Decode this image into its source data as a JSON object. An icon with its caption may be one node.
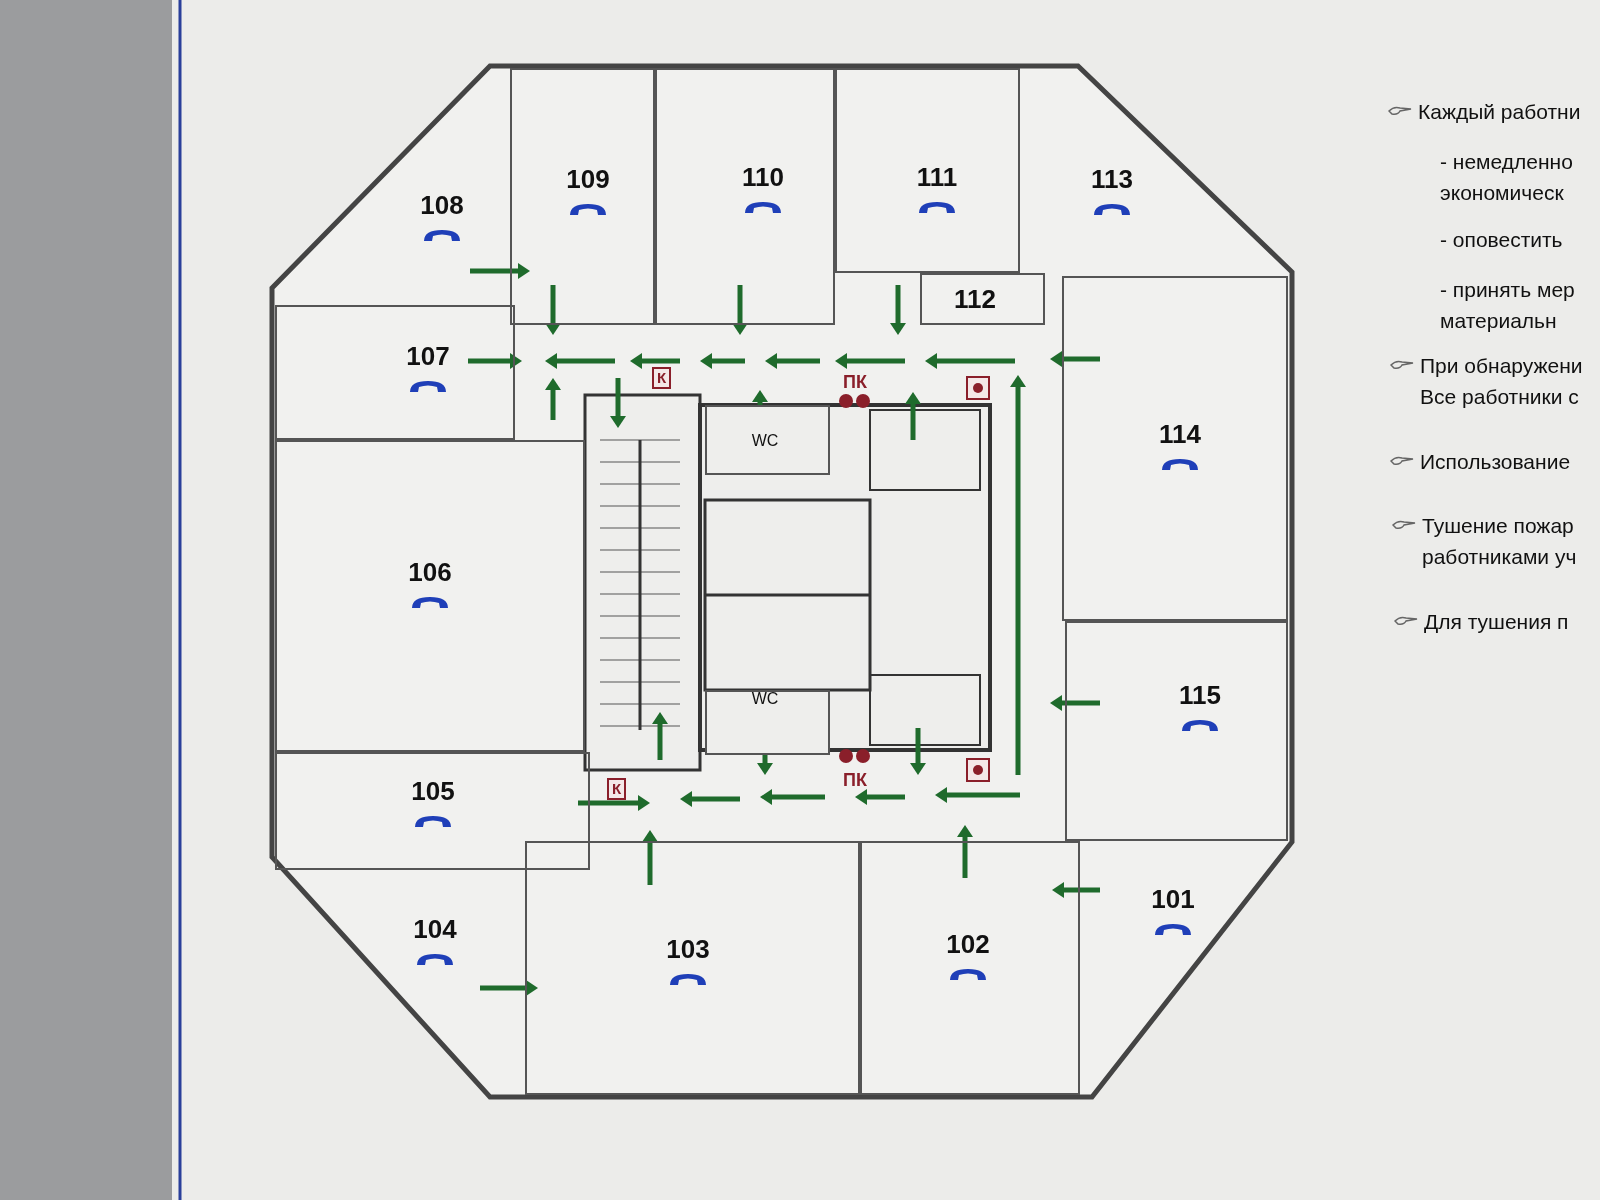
{
  "diagram": {
    "nodes": [
      {
        "text": [
          "109"
        ]
      },
      {
        "text": [
          "110"
        ]
      },
      {
        "text": [
          "111"
        ]
      },
      {
        "text": [
          "113"
        ]
      },
      {
        "text": [
          "108"
        ]
      },
      {
        "text": [
          "112"
        ]
      },
      {
        "text": [
          "107"
        ]
      },
      {
        "text": [
          "114"
        ]
      },
      {
        "text": [
          "WC"
        ]
      },
      {
        "text": [
          "106"
        ]
      },
      {
        "text": [
          "WC"
        ]
      },
      {
        "text": [
          "115"
        ]
      },
      {
        "text": [
          "105"
        ]
      },
      {
        "text": [
          "101"
        ]
      },
      {
        "text": [
          "102"
        ]
      },
      {
        "text": [
          "104"
        ]
      },
      {
        "text": [
          "103"
        ]
      }
    ],
    "labels": [
      "К",
      "ПК",
      "ПК",
      "К",
      "Каждый работни",
      "- немедленно экономическ",
      "- оповестить",
      "- принять мер материальн",
      "При обнаружени Все работники с",
      "Использование",
      "Тушение пожар работниками уч",
      "Для тушения п"
    ]
  }
}
